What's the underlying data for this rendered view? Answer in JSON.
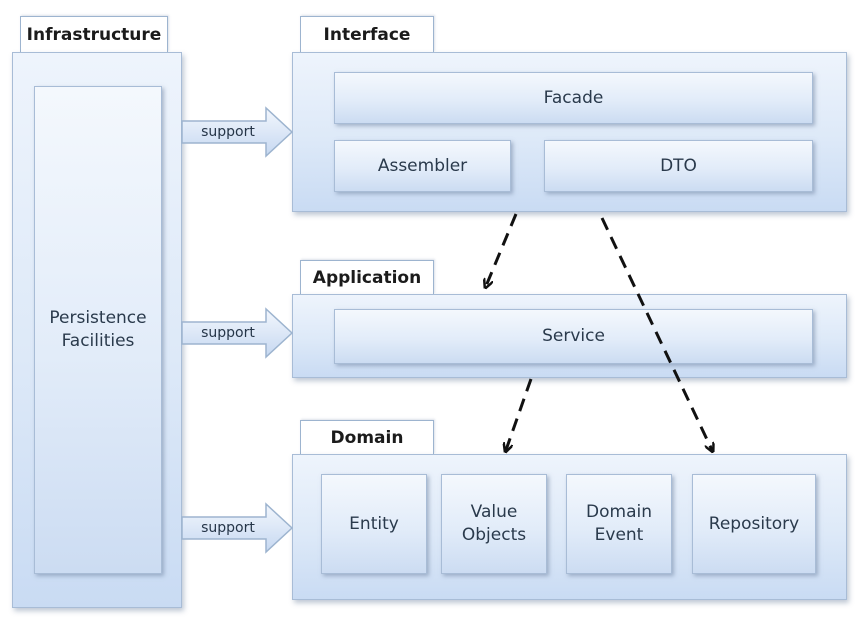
{
  "layers": {
    "infrastructure": {
      "title": "Infrastructure",
      "inner": "Persistence\nFacilities"
    },
    "interface": {
      "title": "Interface",
      "facade": "Facade",
      "assembler": "Assembler",
      "dto": "DTO"
    },
    "application": {
      "title": "Application",
      "service": "Service"
    },
    "domain": {
      "title": "Domain",
      "entity": "Entity",
      "value_objects": "Value\nObjects",
      "domain_event": "Domain\nEvent",
      "repository": "Repository"
    }
  },
  "support_arrows": [
    {
      "label": "support"
    },
    {
      "label": "support"
    },
    {
      "label": "support"
    }
  ]
}
